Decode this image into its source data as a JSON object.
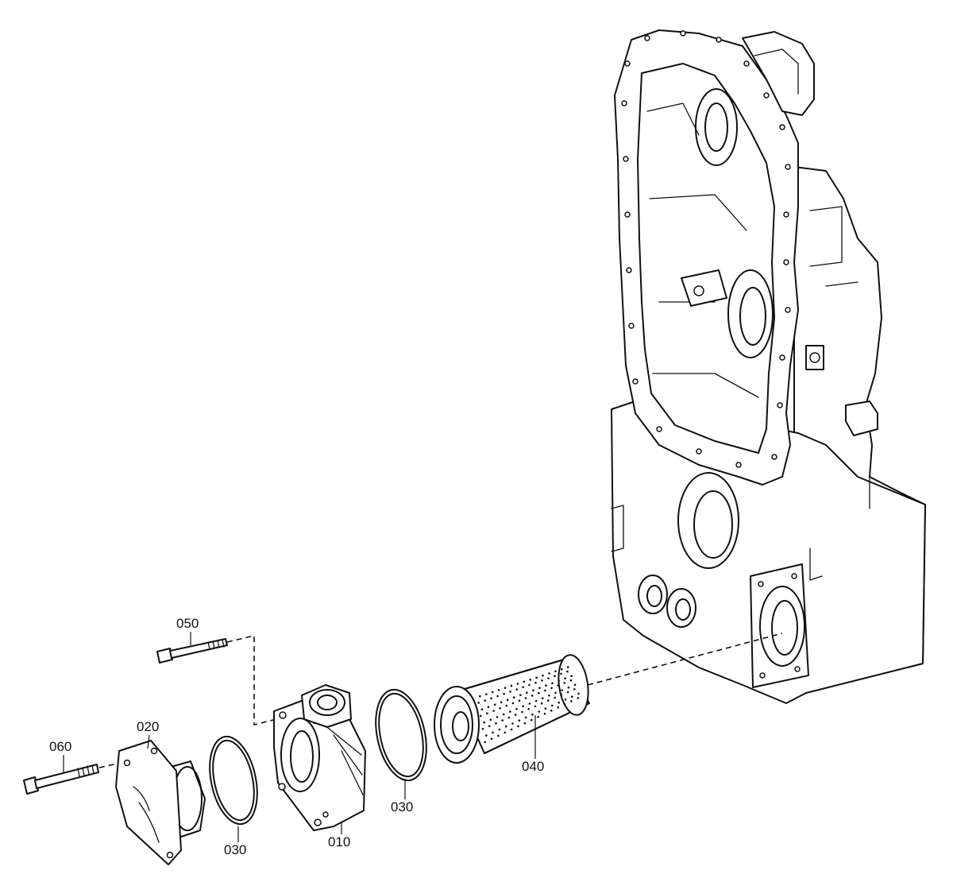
{
  "parts": [
    {
      "id": "p010",
      "label": "010"
    },
    {
      "id": "p020",
      "label": "020"
    },
    {
      "id": "p030a",
      "label": "030"
    },
    {
      "id": "p030b",
      "label": "030"
    },
    {
      "id": "p040",
      "label": "040"
    },
    {
      "id": "p050",
      "label": "050"
    },
    {
      "id": "p060",
      "label": "060"
    }
  ],
  "colors": {
    "line": "#111111",
    "background": "#ffffff"
  }
}
